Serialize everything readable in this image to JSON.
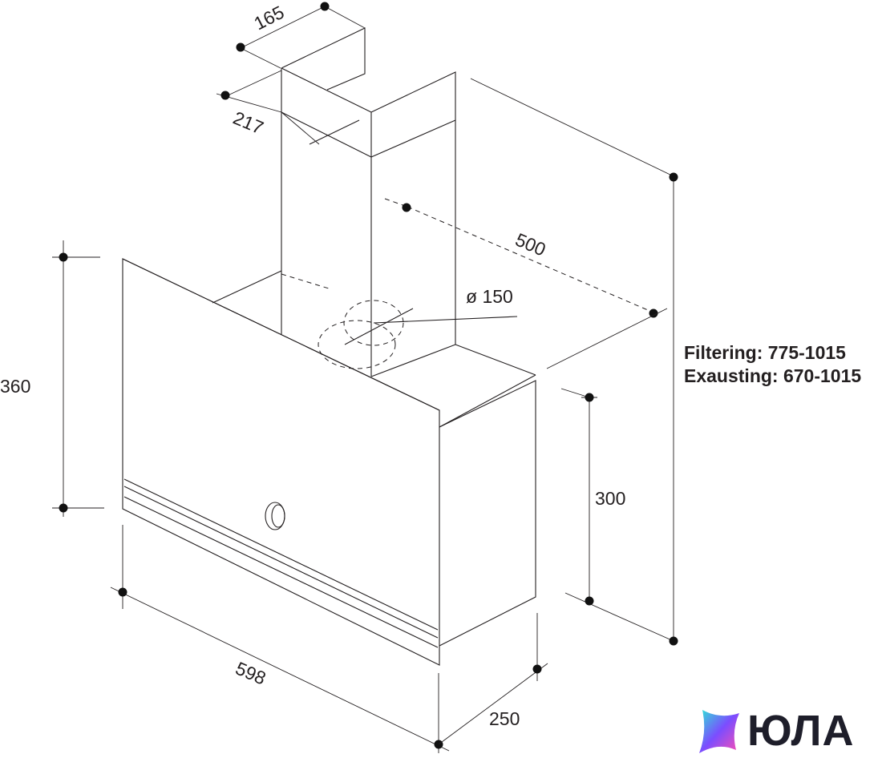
{
  "dimensions": {
    "duct_depth": "165",
    "duct_width": "217",
    "duct_depth_from_wall": "500",
    "outlet_diameter": "ø 150",
    "glass_height": "360",
    "body_height": "300",
    "width": "598",
    "depth": "250"
  },
  "notes": {
    "filtering": "Filtering: 775-1015",
    "exhausting": "Exausting: 670-1015"
  },
  "brand": {
    "name": "ЮЛА",
    "colors": {
      "gradient_start": "#2ee6d6",
      "gradient_mid": "#7b4dff",
      "gradient_end": "#ff4fb0",
      "text": "#1e1e2a"
    }
  },
  "colors": {
    "line": "#231f20",
    "dot": "#111111",
    "background": "#ffffff"
  }
}
